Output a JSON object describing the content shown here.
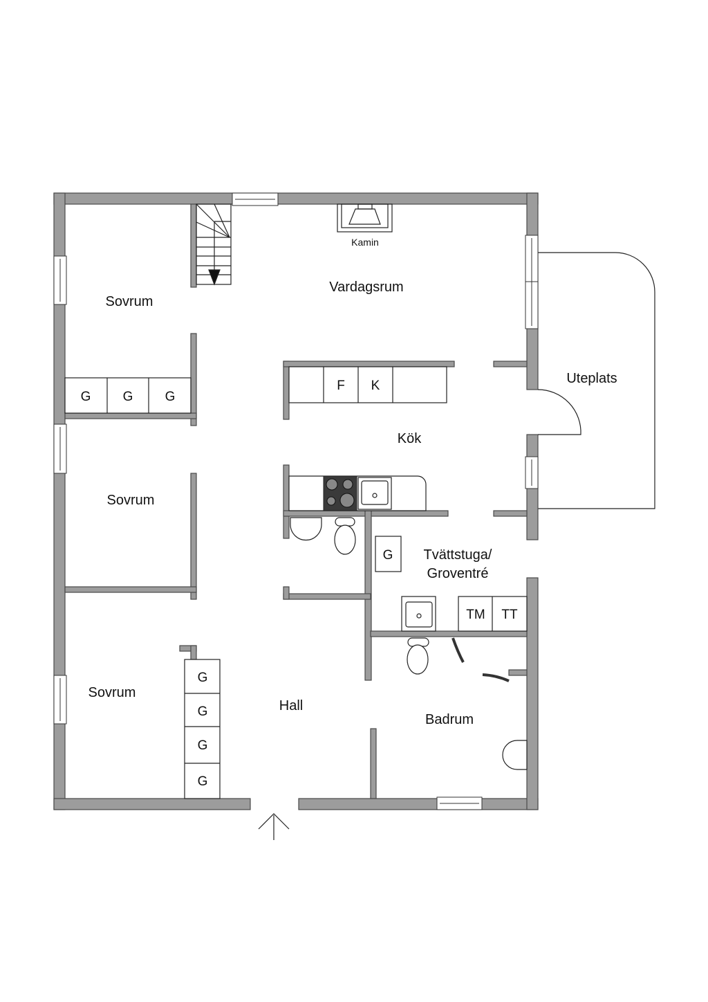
{
  "rooms": {
    "vardagsrum": "Vardagsrum",
    "kamin": "Kamin",
    "sovrum1": "Sovrum",
    "sovrum2": "Sovrum",
    "sovrum3": "Sovrum",
    "kok": "Kök",
    "uteplats": "Uteplats",
    "tvatt_line1": "Tvättstuga/",
    "tvatt_line2": "Groventré",
    "hall": "Hall",
    "badrum": "Badrum"
  },
  "fixtures": {
    "wardrobe": "G",
    "fridge": "F",
    "freezer": "K",
    "washer": "TM",
    "dryer": "TT"
  }
}
